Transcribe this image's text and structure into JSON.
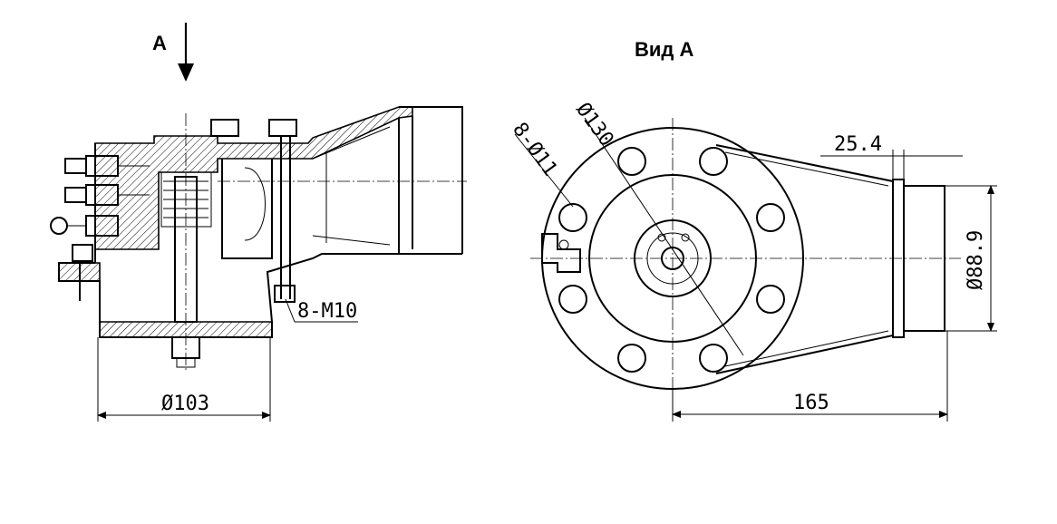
{
  "labels": {
    "view_arrow": "A",
    "view_title": "Вид А"
  },
  "dimensions": {
    "bore_diameter": "Ø103",
    "thread_holes": "8-M10",
    "bolt_holes": "8-Ø11",
    "bolt_circle": "Ø130",
    "pitch": "25.4",
    "outlet_diameter": "Ø88.9",
    "length": "165"
  }
}
